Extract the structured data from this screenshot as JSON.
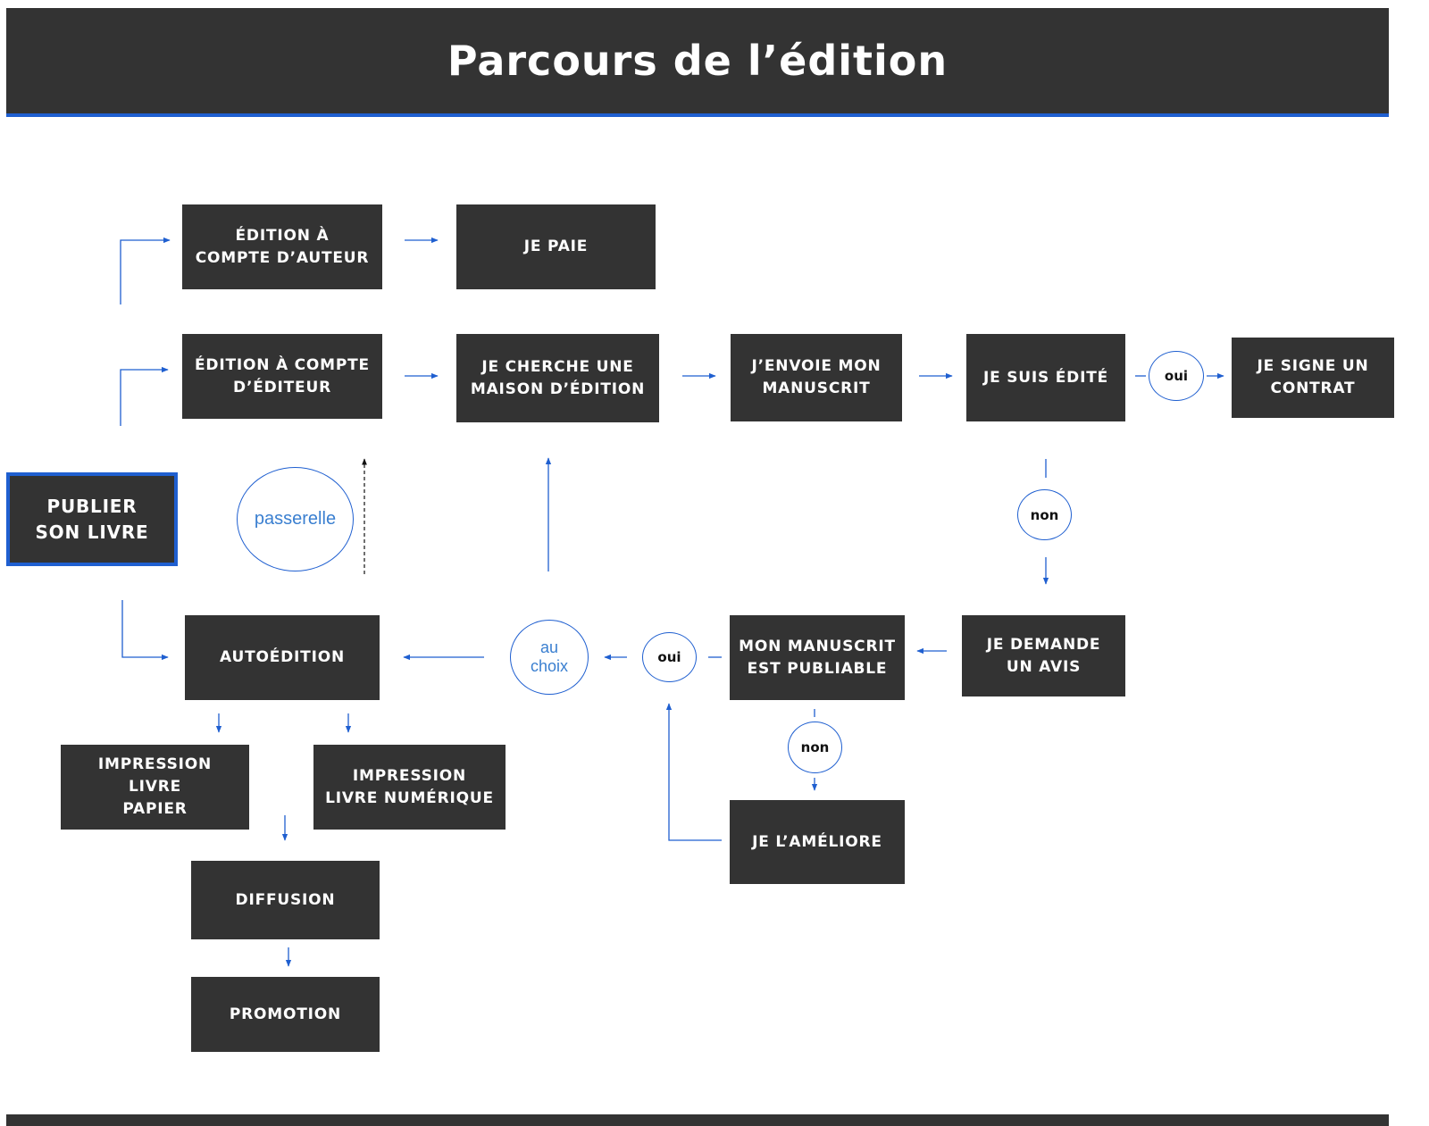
{
  "title": "Parcours de l’édition",
  "nodes": {
    "start": "PUBLIER\nSON LIVRE",
    "compte_auteur": "ÉDITION À\nCOMPTE D’AUTEUR",
    "je_paie": "JE PAIE",
    "compte_editeur": "ÉDITION À COMPTE\nD’ÉDITEUR",
    "cherche_maison": "JE CHERCHE UNE\nMAISON D’ÉDITION",
    "envoie_manuscrit": "J’ENVOIE MON\nMANUSCRIT",
    "suis_edite": "JE SUIS ÉDITÉ",
    "signe_contrat": "JE SIGNE UN\nCONTRAT",
    "demande_avis": "JE DEMANDE\nUN AVIS",
    "manuscrit_publiable": "MON MANUSCRIT\nEST PUBLIABLE",
    "ameliore": "JE L’AMÉLIORE",
    "autoedition": "AUTOÉDITION",
    "impression_papier": "IMPRESSION LIVRE\nPAPIER",
    "impression_numerique": "IMPRESSION\nLIVRE NUMÉRIQUE",
    "diffusion": "DIFFUSION",
    "promotion": "PROMOTION"
  },
  "bubbles": {
    "passerelle": "passerelle",
    "oui_contrat": "oui",
    "non_edite": "non",
    "oui_publiable": "oui",
    "au_choix": "au\nchoix",
    "non_publiable": "non"
  },
  "colors": {
    "box_fill": "#333333",
    "accent": "#1f5fd0",
    "bubble_text_blue": "#3a7fd0"
  }
}
